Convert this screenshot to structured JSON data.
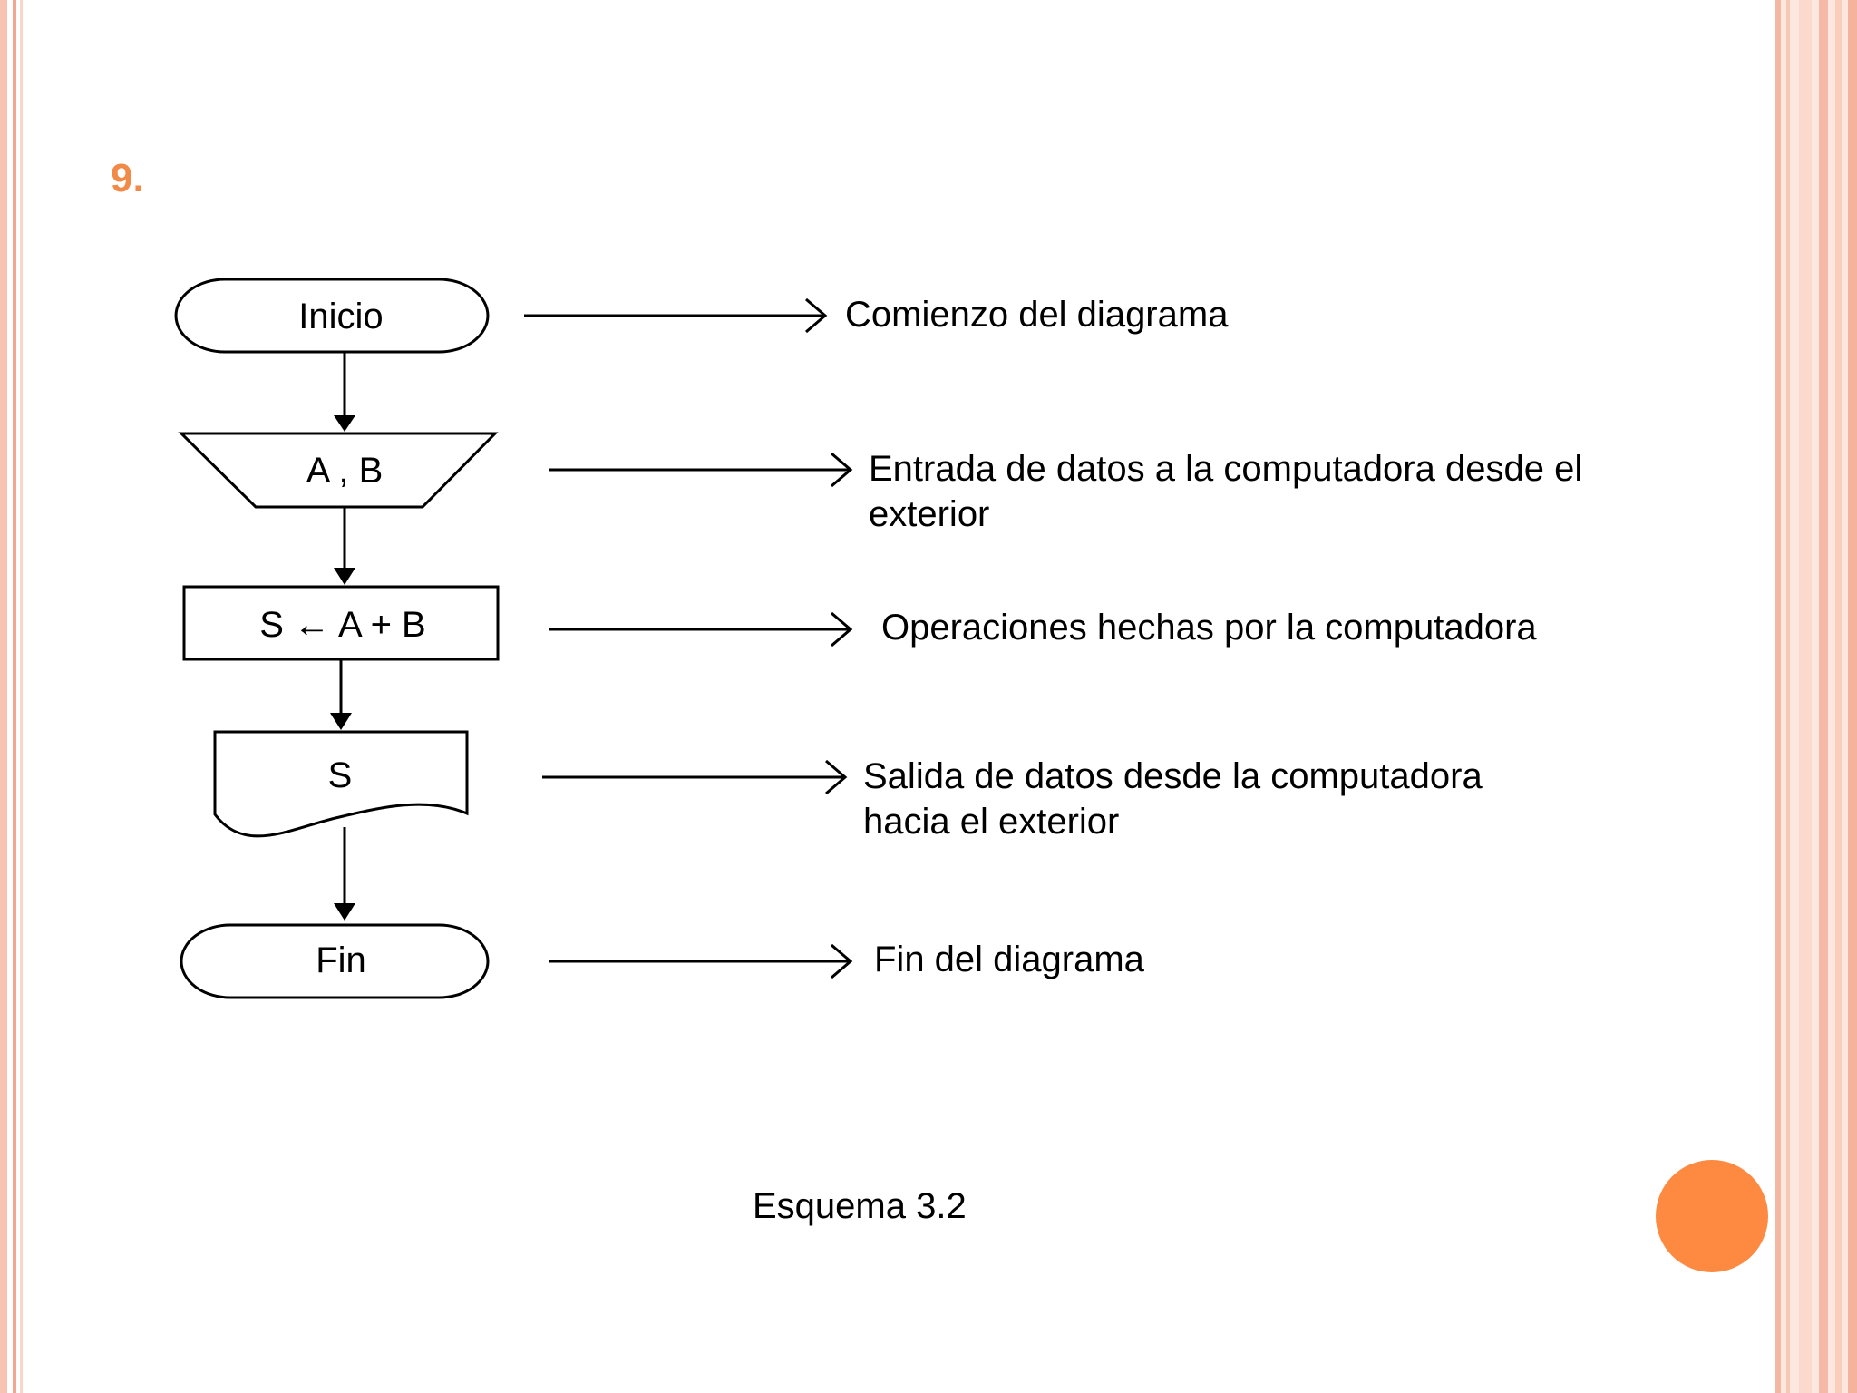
{
  "slide": {
    "number": "9.",
    "accent_color": "#f28a47",
    "circle_color": "#fd8a40"
  },
  "flowchart": {
    "start_label": "Inicio",
    "input_label": "A , B",
    "process_label": "S ← A + B",
    "output_label": "S",
    "end_label": "Fin"
  },
  "notes": {
    "start_line1": "Comienzo del diagrama",
    "input_line1": "Entrada de datos a la computadora desde el",
    "input_line2": "exterior",
    "process_line1": "Operaciones hechas por la computadora",
    "output_line1": "Salida de datos desde la computadora",
    "output_line2": "hacia el exterior",
    "end_line1": "Fin del diagrama"
  },
  "caption": "Esquema 3.2"
}
